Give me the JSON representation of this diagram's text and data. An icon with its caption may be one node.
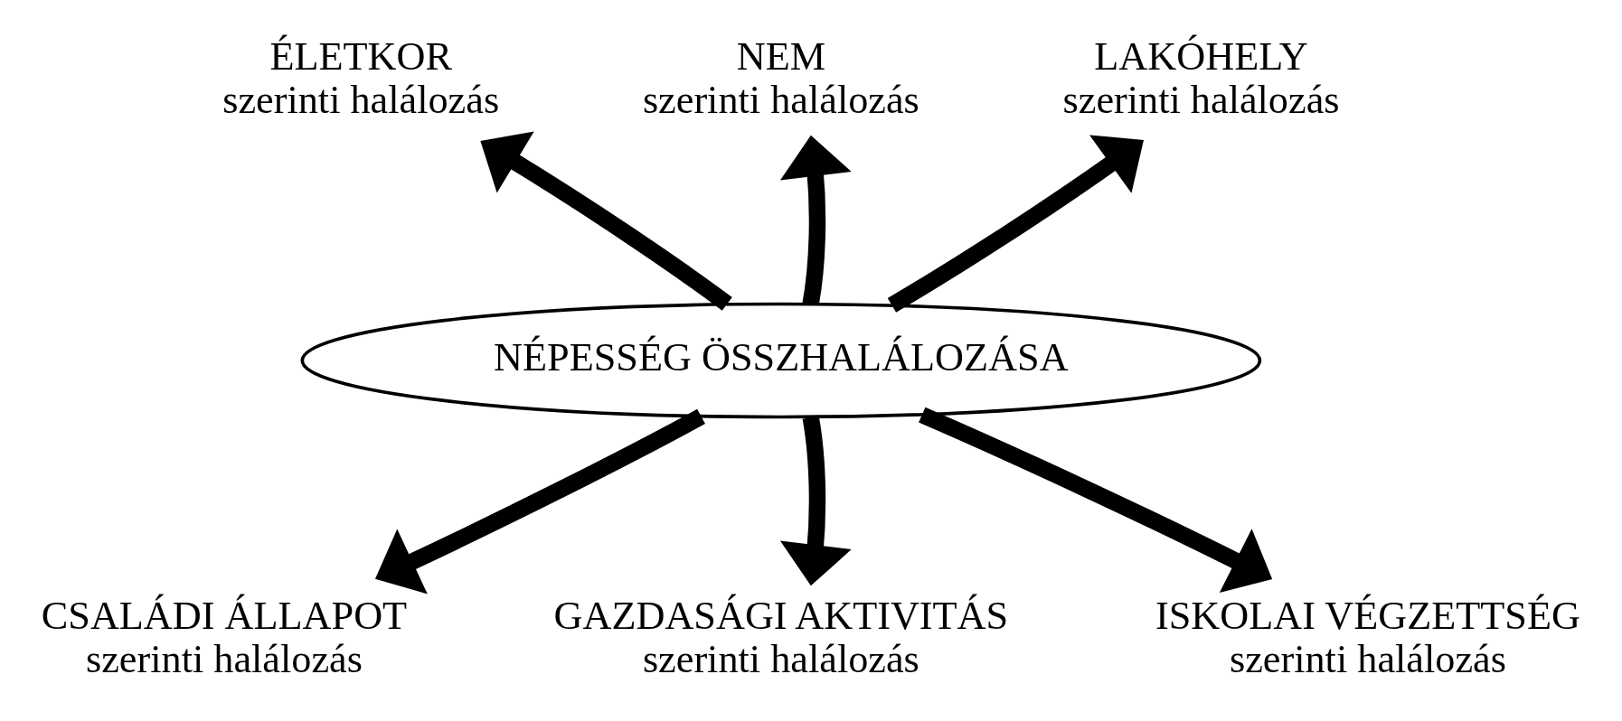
{
  "diagram": {
    "nodes": [
      {
        "text": [
          "ÉLETKOR",
          "szerinti halálozás"
        ]
      },
      {
        "text": [
          "NEM",
          "szerinti halálozás"
        ]
      },
      {
        "text": [
          "LAKÓHELY",
          "szerinti halálozás"
        ]
      },
      {
        "text": [
          "NÉPESSÉG ÖSSZHALÁLOZÁSA"
        ]
      },
      {
        "text": [
          "CSALÁDI ÁLLAPOT",
          "szerinti halálozás"
        ]
      },
      {
        "text": [
          "GAZDASÁGI AKTIVITÁS",
          "szerinti halálozás"
        ]
      },
      {
        "text": [
          "ISKOLAI VÉGZETTSÉG",
          "szerinti halálozás"
        ]
      }
    ],
    "edges": [
      {
        "from": 3,
        "to": 0,
        "arrow": "to"
      },
      {
        "from": 3,
        "to": 1,
        "arrow": "to"
      },
      {
        "from": 3,
        "to": 2,
        "arrow": "to"
      },
      {
        "from": 3,
        "to": 4,
        "arrow": "to"
      },
      {
        "from": 3,
        "to": 5,
        "arrow": "to"
      },
      {
        "from": 3,
        "to": 6,
        "arrow": "to"
      }
    ]
  }
}
